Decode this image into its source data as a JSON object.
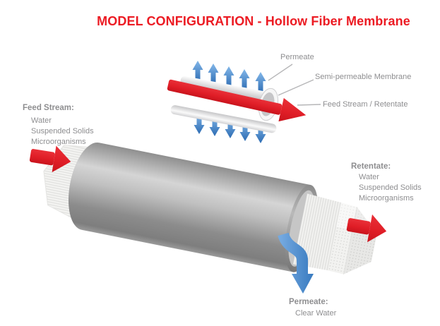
{
  "title": "MODEL CONFIGURATION - Hollow Fiber Membrane",
  "mini_diagram": {
    "label_permeate": "Permeate",
    "label_membrane": "Semi-permeable Membrane",
    "label_feed_retentate": "Feed Stream / Retentate"
  },
  "feed_stream": {
    "heading": "Feed Stream:",
    "items": [
      "Water",
      "Suspended Solids",
      "Microorganisms"
    ]
  },
  "retentate": {
    "heading": "Retentate:",
    "items": [
      "Water",
      "Suspended Solids",
      "Microorganisms"
    ]
  },
  "permeate": {
    "heading": "Permeate:",
    "items": [
      "Clear Water"
    ]
  },
  "colors": {
    "title_red": "#EC1B23",
    "arrow_red": "#E0202A",
    "arrow_blue": "#4890D2",
    "label_gray": "#8E8E90",
    "cylinder_gray": "#A8A8A8"
  }
}
